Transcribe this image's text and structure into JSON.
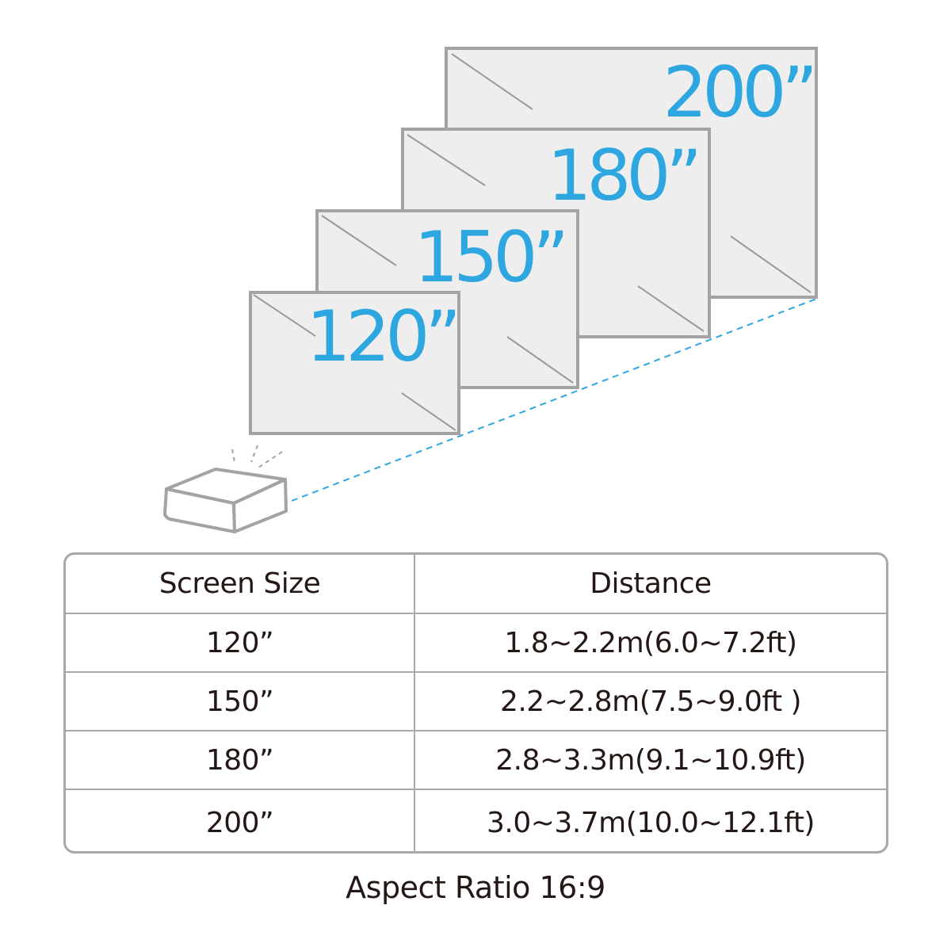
{
  "diagram": {
    "title": "Projection screen sizes vs throw distance",
    "screens": [
      {
        "label": "120”",
        "size_inches": 120
      },
      {
        "label": "150”",
        "size_inches": 150
      },
      {
        "label": "180”",
        "size_inches": 180
      },
      {
        "label": "200”",
        "size_inches": 200
      }
    ],
    "projector_icon": "projector-icon",
    "colors": {
      "accent": "#2ea7e0",
      "screen_fill": "#eeeeee",
      "screen_border": "#a3a3a3",
      "text": "#231815"
    }
  },
  "table": {
    "headers": [
      "Screen Size",
      "Distance"
    ],
    "rows": [
      {
        "size": "120”",
        "distance": "1.8~2.2m(6.0~7.2ft)"
      },
      {
        "size": "150”",
        "distance": "2.2~2.8m(7.5~9.0ft )"
      },
      {
        "size": "180”",
        "distance": "2.8~3.3m(9.1~10.9ft)"
      },
      {
        "size": "200”",
        "distance": "3.0~3.7m(10.0~12.1ft)"
      }
    ]
  },
  "footer": {
    "note": "Aspect Ratio 16:9"
  }
}
